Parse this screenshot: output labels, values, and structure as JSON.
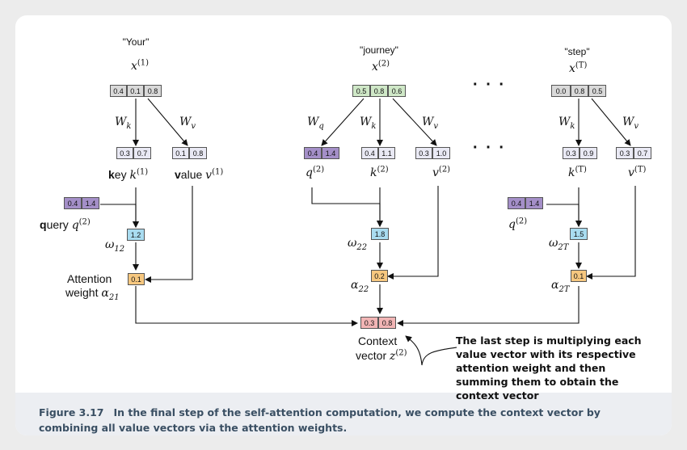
{
  "tokens": {
    "t1": "\"Your\"",
    "t2": "\"journey\"",
    "tT": "\"step\""
  },
  "symbols": {
    "x": "x",
    "k": "k",
    "v": "v",
    "q": "q",
    "W": "W",
    "omega": "ω",
    "alpha": "α",
    "z": "z",
    "sup1": "(1)",
    "sup2": "(2)",
    "supT": "(T)",
    "sub_k": "k",
    "sub_v": "v",
    "sub_q": "q",
    "sub12": "12",
    "sub22": "22",
    "sub2T": "2T",
    "sub21": "21"
  },
  "labels": {
    "key_bold": "k",
    "key_rest": "ey",
    "value_bold": "v",
    "value_rest": "alue",
    "query_bold": "q",
    "query_rest": "uery",
    "attention": "Attention",
    "weight": "weight",
    "context": "Context",
    "vector": "vector",
    "ellipsis": "· · ·"
  },
  "vectors": {
    "x1": [
      "0.4",
      "0.1",
      "0.8"
    ],
    "x2": [
      "0.5",
      "0.8",
      "0.6"
    ],
    "xT": [
      "0.0",
      "0.8",
      "0.5"
    ],
    "k1": [
      "0.3",
      "0.7"
    ],
    "v1": [
      "0.1",
      "0.8"
    ],
    "q2_left": [
      "0.4",
      "1.4"
    ],
    "q2": [
      "0.4",
      "1.4"
    ],
    "k2": [
      "0.4",
      "1.1"
    ],
    "v2": [
      "0.3",
      "1.0"
    ],
    "kT": [
      "0.3",
      "0.9"
    ],
    "vT": [
      "0.3",
      "0.7"
    ],
    "q2_right": [
      "0.4",
      "1.4"
    ],
    "w12": "1.2",
    "w22": "1.8",
    "w2T": "1.5",
    "a21": "0.1",
    "a22": "0.2",
    "a2T": "0.1",
    "z2": [
      "0.3",
      "0.8"
    ]
  },
  "colors": {
    "input_gray": "#d9d9d9",
    "input_green": "#cfe8c7",
    "kv": "#e9e9f4",
    "query": "#a48fc8",
    "score": "#a9dcf0",
    "weight": "#f6c77f",
    "context": "#f2b5b5"
  },
  "note": "The last step is multiplying each value vector with its respective attention weight and then summing them to obtain the context vector",
  "caption": {
    "figure": "Figure 3.17",
    "text": "In the final step of the self-attention computation, we compute the context vector by combining all value vectors via the attention weights."
  }
}
